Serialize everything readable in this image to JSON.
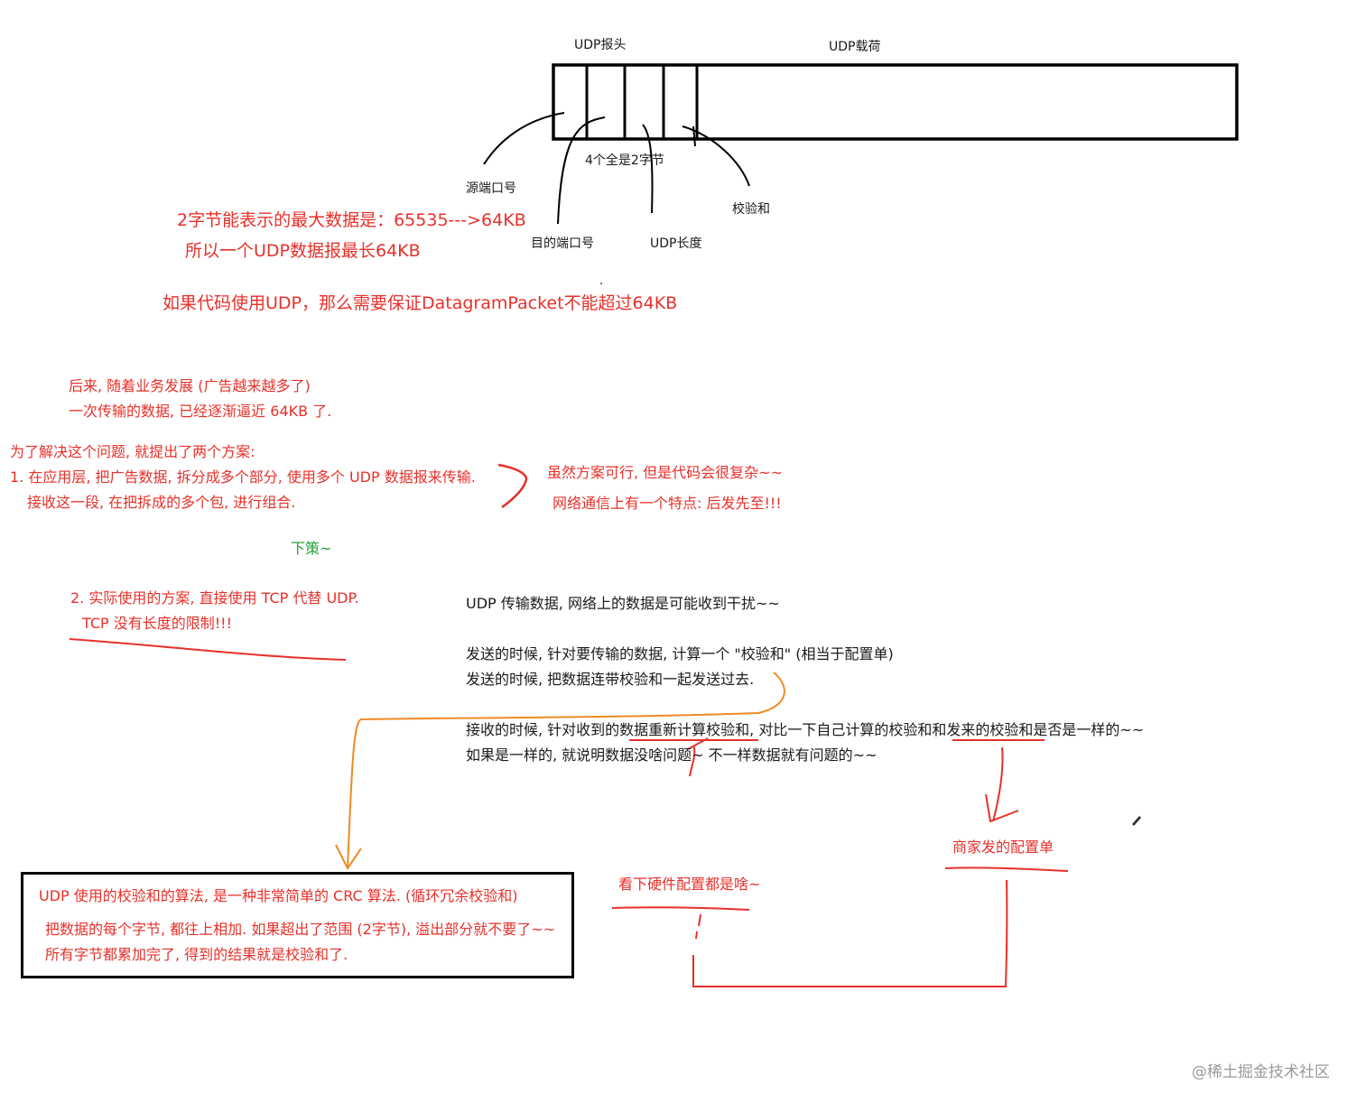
{
  "header": {
    "udp_header": "UDP报头",
    "udp_payload": "UDP载荷"
  },
  "fields": {
    "src_port": "源端口号",
    "dst_port": "目的端口号",
    "all_2_bytes": "4个全是2字节",
    "udp_length": "UDP长度",
    "checksum": "校验和"
  },
  "max_size": {
    "line1": "2字节能表示的最大数据是：65535--->64KB",
    "line2": "所以一个UDP数据报最长64KB",
    "line3": "如果代码使用UDP，那么需要保证DatagramPacket不能超过64KB"
  },
  "history": {
    "line1": "后来, 随着业务发展 (广告越来越多了)",
    "line2": "一次传输的数据, 已经逐渐逼近  64KB 了."
  },
  "solutions": {
    "intro": "为了解决这个问题, 就提出了两个方案:",
    "sol1_line1": "1. 在应用层, 把广告数据, 拆分成多个部分, 使用多个 UDP 数据报来传输.",
    "sol1_line2": "接收这一段, 在把拆成的多个包, 进行组合.",
    "sol1_note1": "虽然方案可行, 但是代码会很复杂~~",
    "sol1_note2": "网络通信上有一个特点: 后发先至!!!",
    "sol1_verdict": "下策~",
    "sol2_line1": "2. 实际使用的方案, 直接使用 TCP 代替 UDP.",
    "sol2_line2": "TCP 没有长度的限制!!!"
  },
  "checksum_explain": {
    "line1": "UDP 传输数据, 网络上的数据是可能收到干扰~~",
    "line2": "发送的时候, 针对要传输的数据, 计算一个 \"校验和\"  (相当于配置单)",
    "line3": "发送的时候, 把数据连带校验和一起发送过去.",
    "line4": "接收的时候, 针对收到的数据重新计算校验和, 对比一下自己计算的校验和和发来的校验和是否是一样的~~",
    "line5": "如果是一样的, 就说明数据没啥问题~  不一样数据就有问题的~~"
  },
  "analogy": {
    "merchant_list": "商家发的配置单",
    "check_hardware": "看下硬件配置都是啥~"
  },
  "crc_box": {
    "title": "UDP 使用的校验和的算法, 是一种非常简单的 CRC 算法. (循环冗余校验和)",
    "line1": "把数据的每个字节, 都往上相加. 如果超出了范围 (2字节), 溢出部分就不要了~~",
    "line2": "所有字节都累加完了, 得到的结果就是校验和了."
  },
  "watermark": "@稀土掘金技术社区",
  "colors": {
    "red": "#e8302a",
    "orange": "#f08a24",
    "green": "#23a23a",
    "black": "#1a1a1a"
  }
}
